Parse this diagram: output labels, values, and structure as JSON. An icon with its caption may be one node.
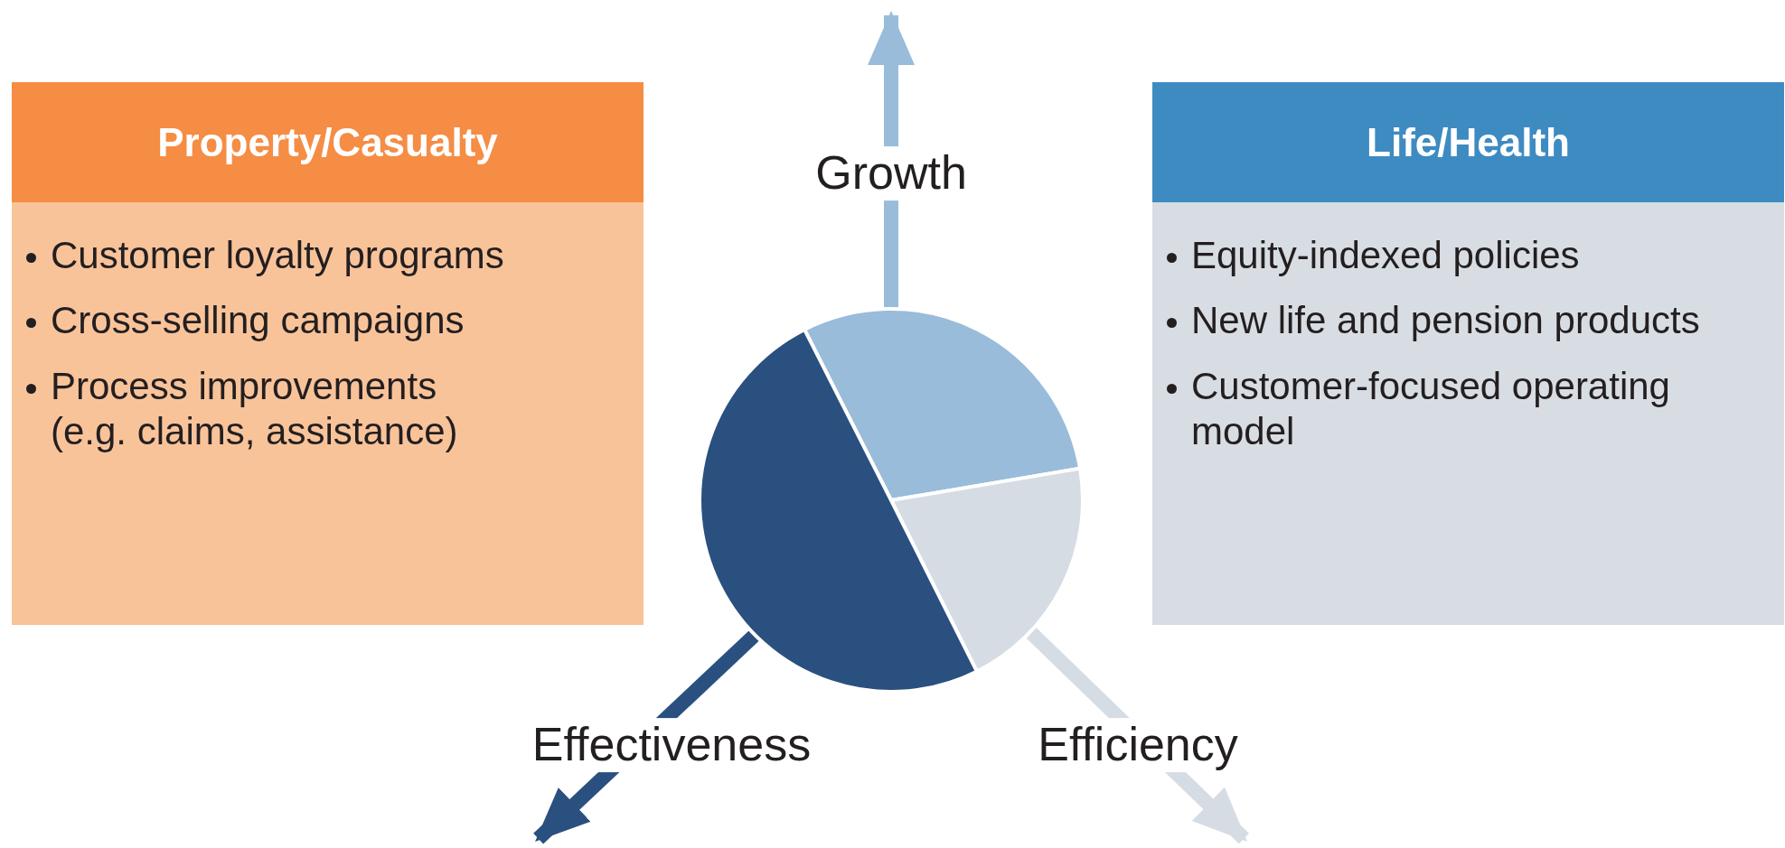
{
  "diagram": {
    "nodes": [
      {
        "text": [
          "Property/Casualty",
          "Customer loyalty programs",
          "Cross-selling campaigns",
          "Process improvements (e.g. claims, assistance)"
        ]
      },
      {
        "text": [],
        "shape": "circle"
      },
      {
        "text": [
          "Life/Health",
          "Equity-indexed policies",
          "New life and pension products",
          "Customer-focused operating model"
        ]
      }
    ],
    "edges": [
      {
        "from": 1,
        "to": null,
        "arrow": "to",
        "label": "Growth",
        "color": "#99bcda"
      },
      {
        "from": 1,
        "to": null,
        "arrow": "to",
        "label": "Effectiveness",
        "color": "#2a5080"
      },
      {
        "from": 1,
        "to": null,
        "arrow": "to",
        "label": "Efficiency",
        "color": "#d6dce4"
      }
    ]
  }
}
